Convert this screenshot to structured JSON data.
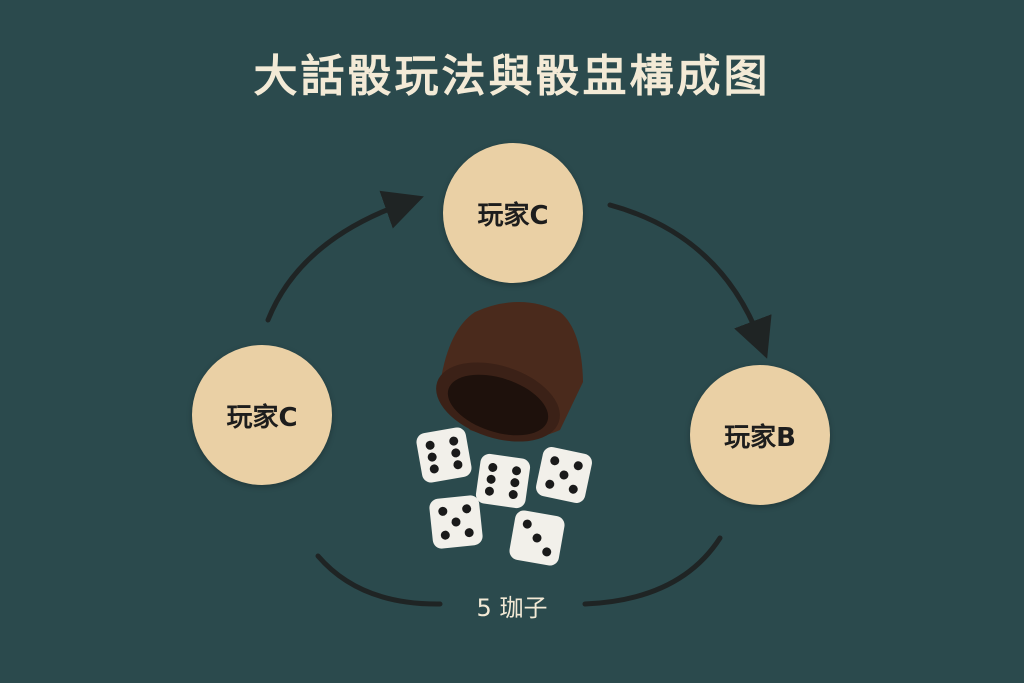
{
  "title": "大話骰玩法與骰盅構成图",
  "players": {
    "top": "玩家C",
    "left": "玩家C",
    "right": "玩家B"
  },
  "dice_label": "5 珈子",
  "dice_count": 5,
  "icons": [
    "dice-cup-icon",
    "die-icon",
    "cycle-arrow-icon"
  ],
  "colors": {
    "background": "#2b4a4d",
    "player_circle": "#ead0a5",
    "title_text": "#f3ead6",
    "arrow": "#1f2424",
    "cup": "#4a2a1c",
    "die": "#f2f0ea",
    "pip": "#1a1a1a"
  }
}
